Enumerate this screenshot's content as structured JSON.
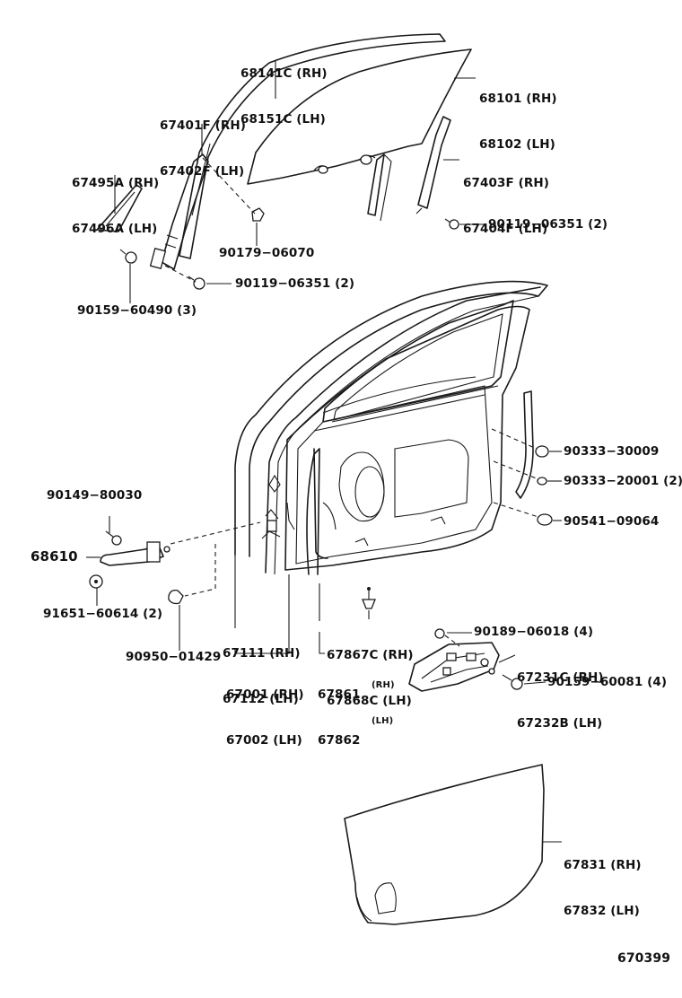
{
  "labels": {
    "l68141": [
      "68141C (RH)",
      "68151C (LH)"
    ],
    "l68101": [
      "68101 (RH)",
      "68102 (LH)"
    ],
    "l67401": [
      "67401F (RH)",
      "67402F (LH)"
    ],
    "l67495": [
      "67495A (RH)",
      "67496A (LH)"
    ],
    "l67403": [
      "67403F (RH)",
      "67404F (LH)"
    ],
    "l90119a": "90119−06351 (2)",
    "l90179": "90179−06070",
    "l90119b": "90119−06351 (2)",
    "l90159a": "90159−60490 (3)",
    "l90333a": "90333−30009",
    "l90333b": "90333−20001 (2)",
    "l90541": "90541−09064",
    "l90149": "90149−80030",
    "l68610": "68610",
    "l91651": "91651−60614 (2)",
    "l67111": [
      "67111 (RH)",
      "67112 (LH)"
    ],
    "l67867": [
      "67867C (RH)",
      "67868C (LH)"
    ],
    "l90189": "90189−06018 (4)",
    "l67231": [
      "67231C (RH)",
      "67232B (LH)"
    ],
    "l90950": "90950−01429",
    "l67001": [
      "67001 (RH)",
      "67002 (LH)"
    ],
    "l67861": [
      "67861",
      "67862"
    ],
    "l6786x_side": [
      "(RH)",
      "(LH)"
    ],
    "l90159b": "90159−60081 (4)",
    "l67831": [
      "67831 (RH)",
      "67832 (LH)"
    ],
    "l670399": "670399"
  }
}
